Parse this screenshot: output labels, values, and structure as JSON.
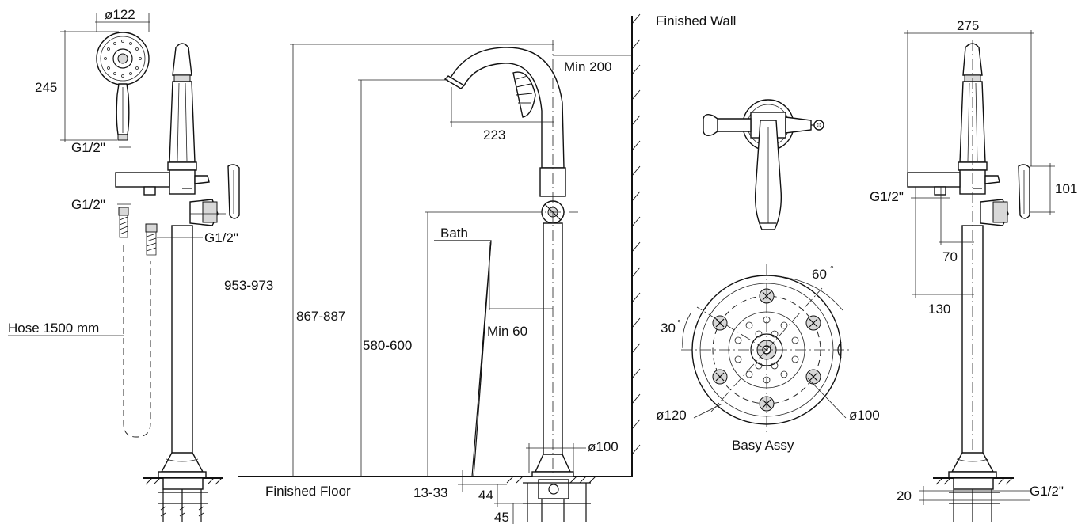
{
  "labels": {
    "finished_wall": "Finished Wall",
    "finished_floor": "Finished Floor",
    "bath": "Bath",
    "hose": "Hose 1500 mm",
    "base_assy": "Basy Assy"
  },
  "dimensions": {
    "head_dia": "ø122",
    "head_height": "245",
    "g_handshower": "G1/2\"",
    "g_hose_top": "G1/2\"",
    "g_hose_conn": "G1/2\"",
    "overall_height": "953-973",
    "spout_height": "867-887",
    "diverter_height": "580-600",
    "spout_reach": "223",
    "min_wall": "Min 200",
    "min_bath": "Min 60",
    "base_dia_side": "ø100",
    "floor_gap": "13-33",
    "below_floor_a": "44",
    "below_floor_b": "45",
    "width_overall": "275",
    "handle_height": "101",
    "g_right": "G1/2\"",
    "offset_70": "70",
    "offset_130": "130",
    "angle_60": "60",
    "angle_30": "30",
    "deg": "°",
    "base_dia_outer": "ø120",
    "base_dia_inner": "ø100",
    "right_bottom_20": "20",
    "g_right_bottom": "G1/2\""
  }
}
